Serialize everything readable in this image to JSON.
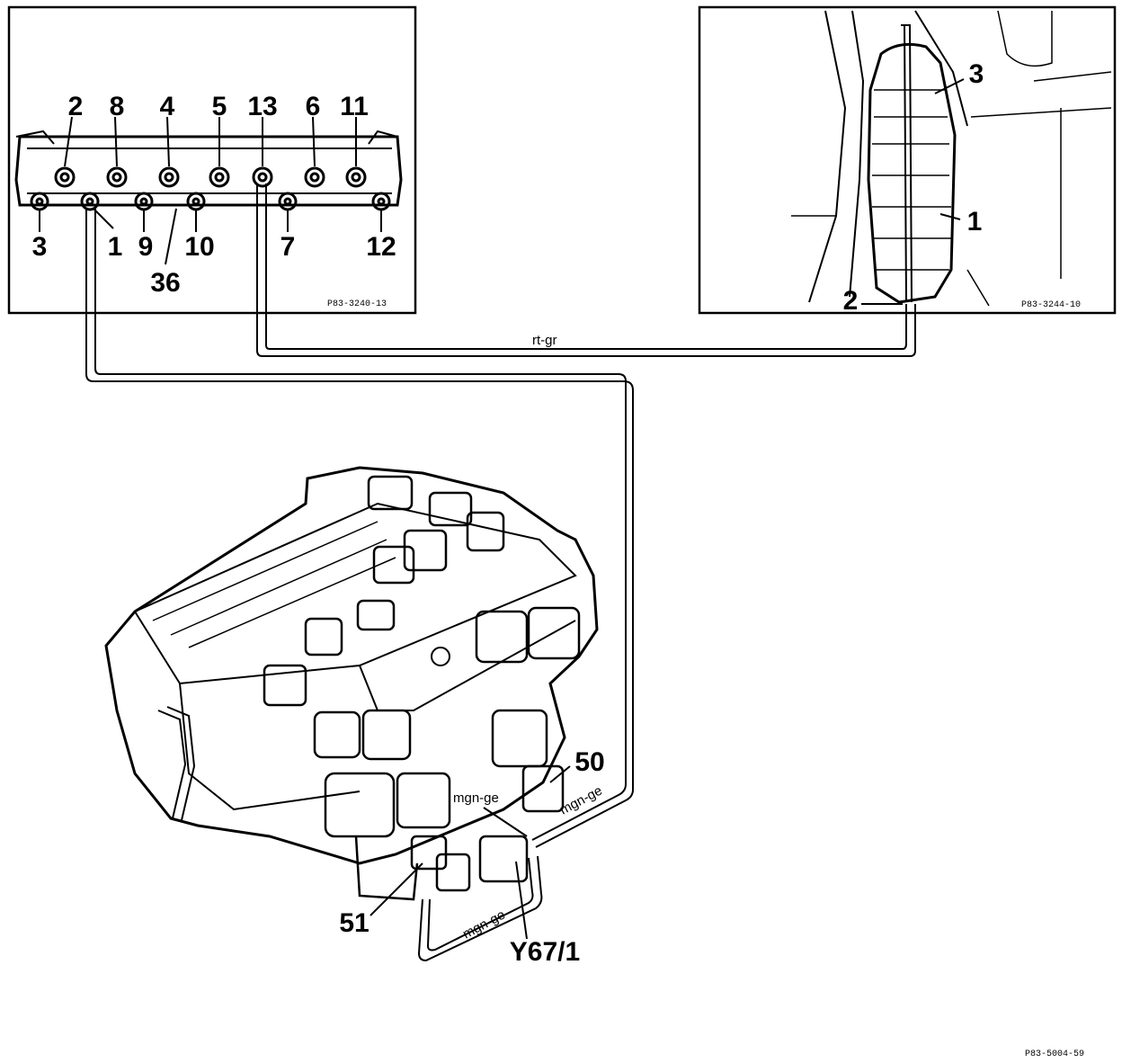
{
  "left_panel": {
    "labels": {
      "l2": "2",
      "l8": "8",
      "l4": "4",
      "l5": "5",
      "l13": "13",
      "l6": "6",
      "l11": "11",
      "l3": "3",
      "l1": "1",
      "l9": "9",
      "l10": "10",
      "l7": "7",
      "l12": "12",
      "l36": "36"
    },
    "ref": "P83-3240-13"
  },
  "right_panel": {
    "labels": {
      "l3": "3",
      "l1": "1",
      "l2": "2"
    },
    "ref": "P83-3244-10"
  },
  "main": {
    "labels": {
      "l50": "50",
      "l51": "51",
      "y67": "Y67/1"
    },
    "wires": {
      "rt_gr": "rt-gr",
      "mgn_ge_a": "mgn-ge",
      "mgn_ge_b": "mgn-ge",
      "mgn_ge_c": "mgn-ge"
    }
  },
  "footer_ref": "P83-5004-59"
}
